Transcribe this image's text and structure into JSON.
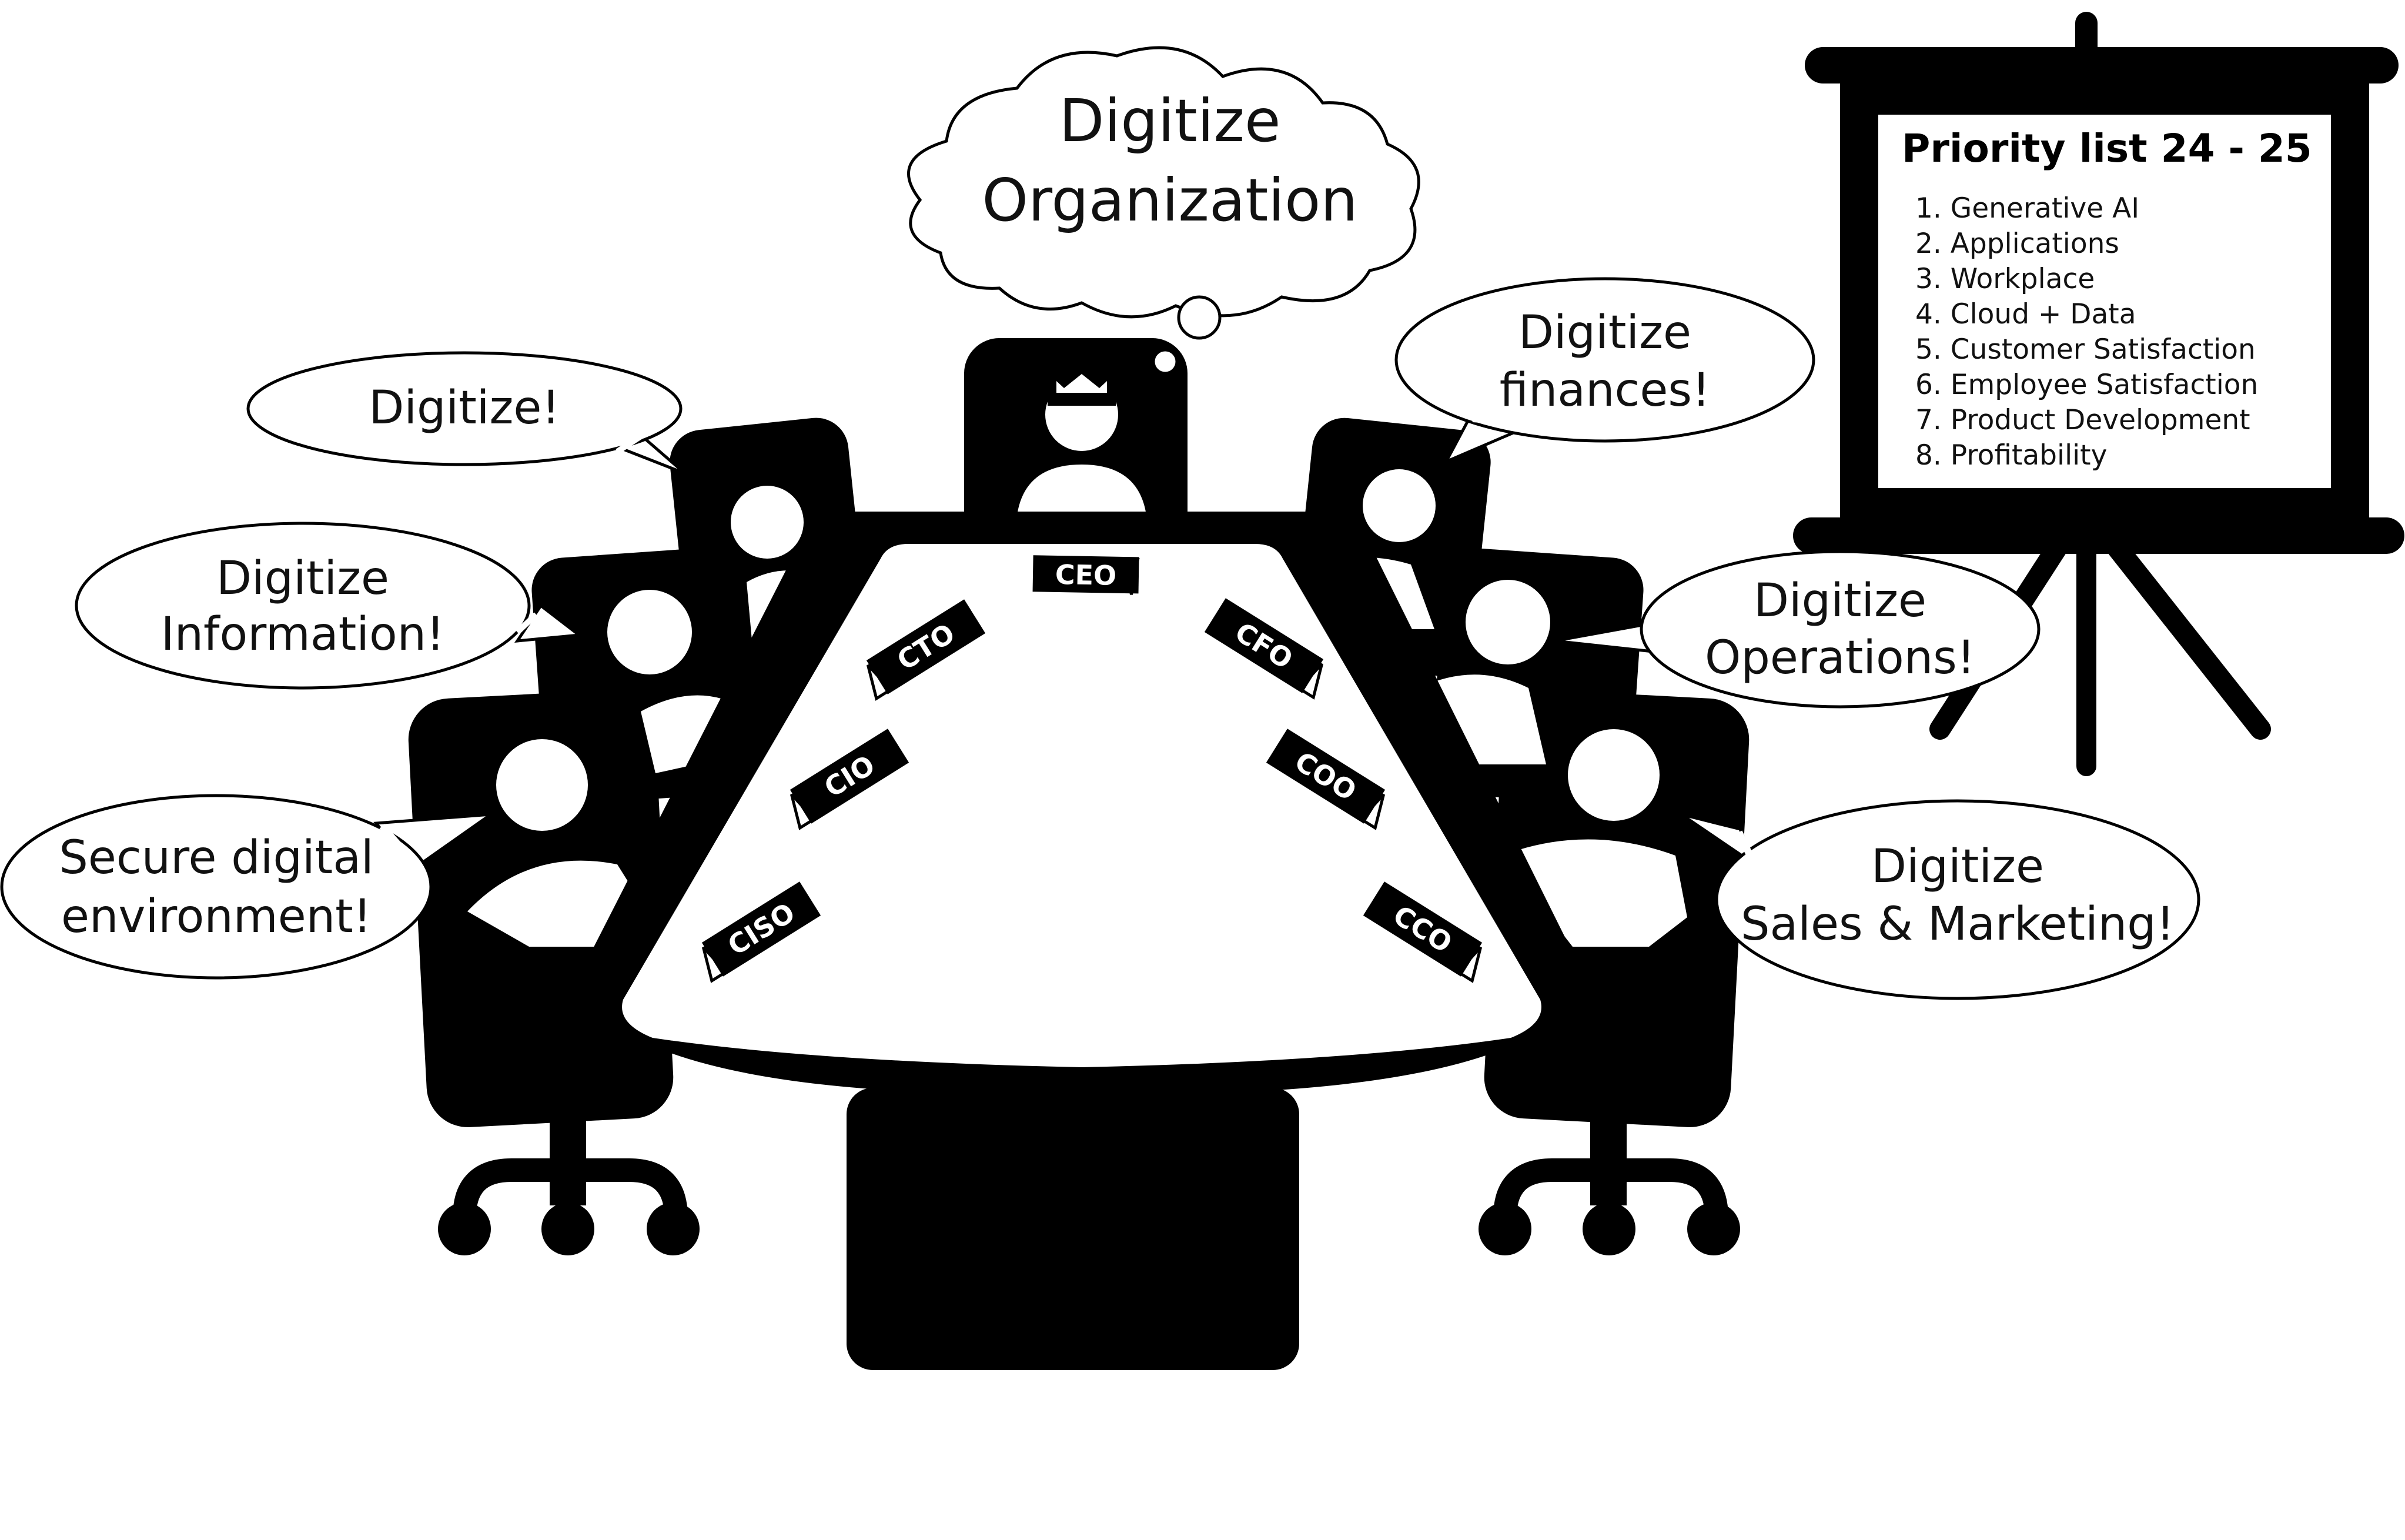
{
  "ceo_thought": {
    "line1": "Digitize",
    "line2": "Organization"
  },
  "speech": {
    "ciso": {
      "line1": "Secure digital",
      "line2": "environment!"
    },
    "cio": {
      "line1": "Digitize",
      "line2": "Information!"
    },
    "cto": {
      "line1": "Digitize!"
    },
    "cfo": {
      "line1": "Digitize",
      "line2": "finances!"
    },
    "coo": {
      "line1": "Digitize",
      "line2": "Operations!"
    },
    "cco": {
      "line1": "Digitize",
      "line2": "Sales & Marketing!"
    }
  },
  "name_tags": {
    "ceo": "CEO",
    "cto": "CTO",
    "cfo": "CFO",
    "cio": "CIO",
    "coo": "COO",
    "ciso": "CISO",
    "cco": "CCO"
  },
  "priority_board": {
    "title": "Priority list 24 - 25",
    "items": [
      "1. Generative AI",
      "2. Applications",
      "3. Workplace",
      "4. Cloud + Data",
      "5. Customer Satisfaction",
      "6. Employee Satisfaction",
      "7. Product Development",
      "8. Profitability"
    ]
  },
  "colors": {
    "ink": "#000000",
    "paper": "#ffffff"
  },
  "icons": [
    "crown-icon",
    "person-icon",
    "office-chair-icon",
    "flip-chart-icon"
  ]
}
